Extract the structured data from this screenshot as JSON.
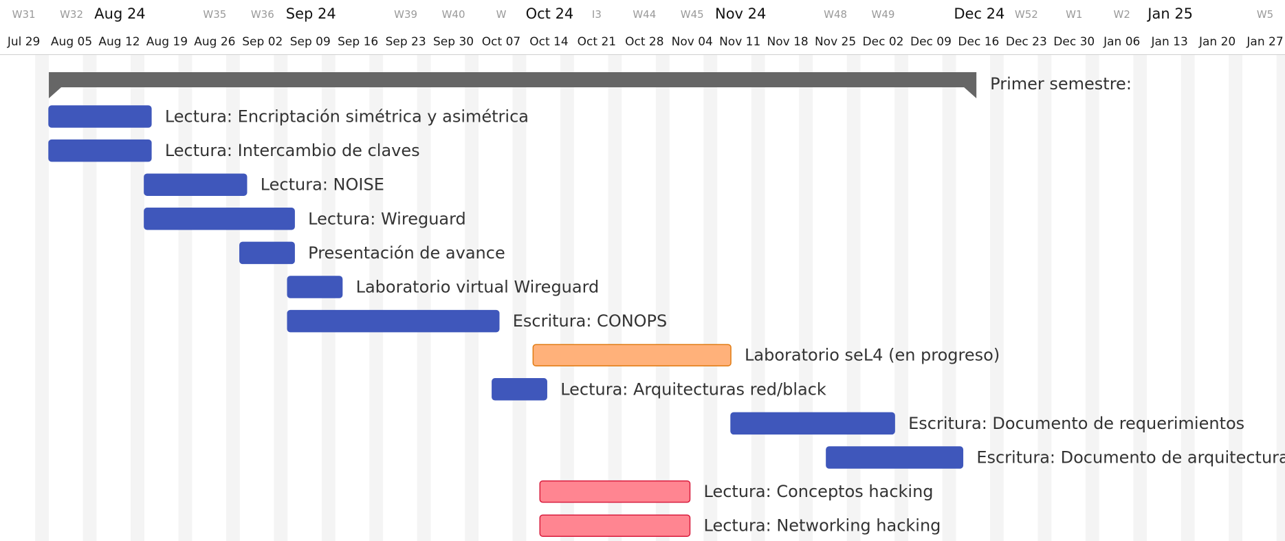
{
  "chart_data": {
    "type": "gantt",
    "title": "",
    "timeline": {
      "start": "2024-07-29",
      "end": "2025-02-02",
      "week_labels": [
        {
          "date": "2024-07-29",
          "label": "W31"
        },
        {
          "date": "2024-08-05",
          "label": "W32"
        },
        {
          "date": "2024-08-26",
          "label": "W35"
        },
        {
          "date": "2024-09-02",
          "label": "W36"
        },
        {
          "date": "2024-09-23",
          "label": "W39"
        },
        {
          "date": "2024-09-30",
          "label": "W40"
        },
        {
          "date": "2024-10-07",
          "label": "W"
        },
        {
          "date": "2024-10-21",
          "label": "I3"
        },
        {
          "date": "2024-10-28",
          "label": "W44"
        },
        {
          "date": "2024-11-04",
          "label": "W45"
        },
        {
          "date": "2024-11-25",
          "label": "W48"
        },
        {
          "date": "2024-12-02",
          "label": "W49"
        },
        {
          "date": "2024-12-23",
          "label": "W52"
        },
        {
          "date": "2024-12-30",
          "label": "W1"
        },
        {
          "date": "2025-01-06",
          "label": "W2"
        },
        {
          "date": "2025-01-27",
          "label": "W5"
        }
      ],
      "month_labels": [
        {
          "date": "2024-08-12",
          "label": "Aug 24"
        },
        {
          "date": "2024-09-09",
          "label": "Sep 24"
        },
        {
          "date": "2024-10-14",
          "label": "Oct 24"
        },
        {
          "date": "2024-11-11",
          "label": "Nov 24"
        },
        {
          "date": "2024-12-16",
          "label": "Dec 24"
        },
        {
          "date": "2025-01-13",
          "label": "Jan 25"
        }
      ],
      "day_labels": [
        "Jul 29",
        "Aug 05",
        "Aug 12",
        "Aug 19",
        "Aug 26",
        "Sep 02",
        "Sep 09",
        "Sep 16",
        "Sep 23",
        "Sep 30",
        "Oct 07",
        "Oct 14",
        "Oct 21",
        "Oct 28",
        "Nov 04",
        "Nov 11",
        "Nov 18",
        "Nov 25",
        "Dec 02",
        "Dec 09",
        "Dec 16",
        "Dec 23",
        "Dec 30",
        "Jan 06",
        "Jan 13",
        "Jan 20",
        "Jan 27"
      ]
    },
    "summary": {
      "name": "Primer semestre:",
      "start": "2024-08-05",
      "end": "2024-12-19",
      "color": "#666666"
    },
    "tasks": [
      {
        "name": "Lectura: Encriptación simétrica y asimétrica",
        "start": "2024-08-05",
        "end": "2024-08-20",
        "status": "done"
      },
      {
        "name": "Lectura: Intercambio de claves",
        "start": "2024-08-05",
        "end": "2024-08-20",
        "status": "done"
      },
      {
        "name": "Lectura: NOISE",
        "start": "2024-08-19",
        "end": "2024-09-03",
        "status": "done"
      },
      {
        "name": "Lectura: Wireguard",
        "start": "2024-08-19",
        "end": "2024-09-10",
        "status": "done"
      },
      {
        "name": "Presentación de avance",
        "start": "2024-09-02",
        "end": "2024-09-10",
        "status": "done"
      },
      {
        "name": "Laboratorio virtual Wireguard",
        "start": "2024-09-09",
        "end": "2024-09-17",
        "status": "done"
      },
      {
        "name": "Escritura: CONOPS",
        "start": "2024-09-09",
        "end": "2024-10-10",
        "status": "done"
      },
      {
        "name": "Laboratorio seL4 (en progreso)",
        "start": "2024-10-15",
        "end": "2024-11-13",
        "status": "in-progress"
      },
      {
        "name": "Lectura: Arquitecturas red/black",
        "start": "2024-10-09",
        "end": "2024-10-17",
        "status": "done"
      },
      {
        "name": "Escritura: Documento de requerimientos",
        "start": "2024-11-13",
        "end": "2024-12-07",
        "status": "done"
      },
      {
        "name": "Escritura: Documento de arquitectura",
        "start": "2024-11-27",
        "end": "2024-12-17",
        "status": "done"
      },
      {
        "name": "Lectura: Conceptos hacking",
        "start": "2024-10-16",
        "end": "2024-11-07",
        "status": "pending"
      },
      {
        "name": "Lectura: Networking hacking",
        "start": "2024-10-16",
        "end": "2024-11-07",
        "status": "pending"
      }
    ],
    "status_colors": {
      "done": {
        "fill": "#3f57bb",
        "stroke": "#3f57bb"
      },
      "in-progress": {
        "fill": "#ffb17a",
        "stroke": "#e07a10"
      },
      "pending": {
        "fill": "#ff8591",
        "stroke": "#d81b3c"
      }
    },
    "grid": true,
    "legend": false
  }
}
